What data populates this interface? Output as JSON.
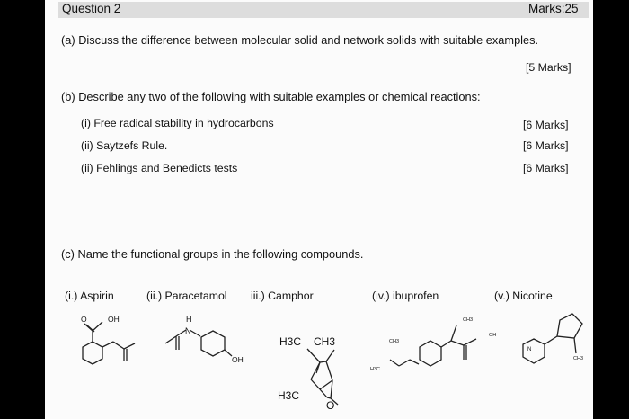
{
  "question": {
    "title": "Question 2",
    "marks": "Marks:25"
  },
  "part_a": {
    "text": "(a) Discuss the difference  between molecular solid and network solids with suitable examples.",
    "marks": "[5 Marks]"
  },
  "part_b": {
    "text": "(b) Describe any two of the following with suitable examples or chemical reactions:",
    "items": [
      {
        "label": "(i)  Free radical stability in hydrocarbons",
        "marks": "[6 Marks]"
      },
      {
        "label": "(ii) Saytzefs Rule.",
        "marks": "[6 Marks]"
      },
      {
        "label": "(ii) Fehlings and Benedicts tests",
        "marks": "[6 Marks]"
      }
    ]
  },
  "part_c": {
    "text": "(c) Name the functional groups in the following compounds.",
    "compounds": [
      "(i.)  Aspirin",
      "(ii.)  Paracetamol",
      "iii.)  Camphor",
      "(iv.)  ibuprofen",
      "(v.)  Nicotine"
    ]
  },
  "structure_labels": {
    "aspirin_oh": "OH",
    "paracetamol_h": "H",
    "paracetamol_n": "N",
    "paracetamol_oh": "OH",
    "camphor_h3c_top": "H3C",
    "camphor_ch3": "CH3",
    "camphor_h3c_bottom": "H3C",
    "camphor_o": "O",
    "ibuprofen_ch3": "CH3",
    "ibuprofen_oh": "OH",
    "ibuprofen_ch3_left": "CH3",
    "ibuprofen_h3c": "H3C",
    "nicotine_n": "N",
    "nicotine_ch3": "CH3"
  }
}
